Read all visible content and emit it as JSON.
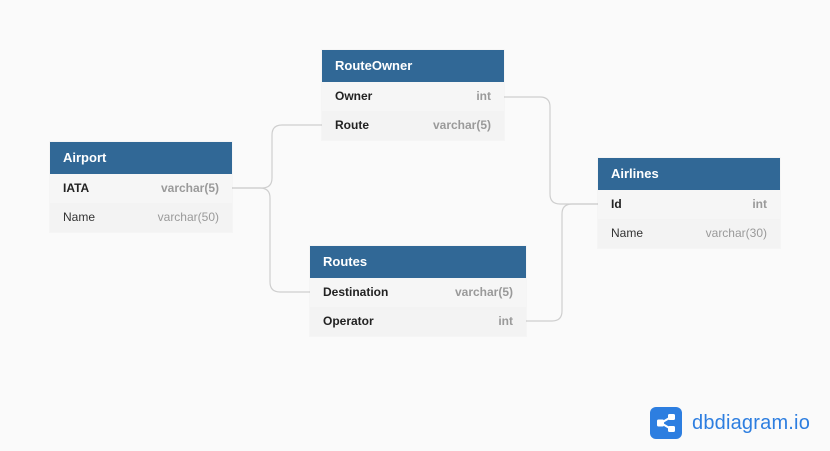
{
  "tables": {
    "routeowner": {
      "title": "RouteOwner",
      "fields": [
        {
          "name": "Owner",
          "type": "int"
        },
        {
          "name": "Route",
          "type": "varchar(5)"
        }
      ]
    },
    "airport": {
      "title": "Airport",
      "fields": [
        {
          "name": "IATA",
          "type": "varchar(5)"
        },
        {
          "name": "Name",
          "type": "varchar(50)"
        }
      ]
    },
    "airlines": {
      "title": "Airlines",
      "fields": [
        {
          "name": "Id",
          "type": "int"
        },
        {
          "name": "Name",
          "type": "varchar(30)"
        }
      ]
    },
    "routes": {
      "title": "Routes",
      "fields": [
        {
          "name": "Destination",
          "type": "varchar(5)"
        },
        {
          "name": "Operator",
          "type": "int"
        }
      ]
    }
  },
  "relationships": [
    {
      "from": "Airport.IATA",
      "to": "RouteOwner.Route"
    },
    {
      "from": "Airport.IATA",
      "to": "Routes.Destination"
    },
    {
      "from": "RouteOwner.Owner",
      "to": "Airlines.Id"
    },
    {
      "from": "Routes.Operator",
      "to": "Airlines.Id"
    }
  ],
  "branding": {
    "logo_text": "dbdiagram.io",
    "logo_icon": "share-nodes-icon",
    "accent_color": "#2d7ee0",
    "header_color": "#316896"
  }
}
